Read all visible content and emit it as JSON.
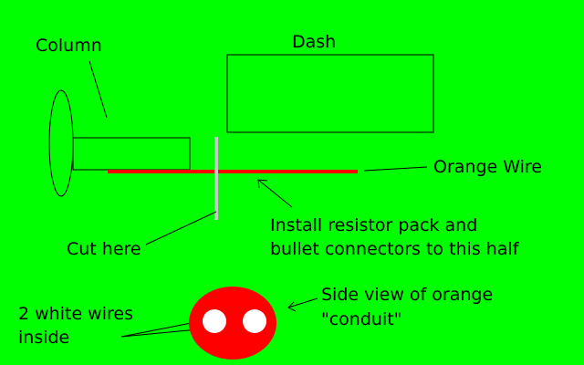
{
  "labels": {
    "column": "Column",
    "dash": "Dash",
    "orange_wire": "Orange Wire",
    "install_line1": "Install resistor pack and",
    "install_line2": "bullet connectors to this half",
    "cut_here": "Cut here",
    "white_wires_line1": "2 white wires",
    "white_wires_line2": "inside",
    "side_view_line1": "Side view of orange",
    "side_view_line2": "\"conduit\""
  },
  "colors": {
    "background": "#00ff00",
    "wire": "#ff0000",
    "conduit": "#ff0000",
    "cut_line": "#c8c8c8",
    "wire_ends": "#ffffff",
    "outline": "#000000"
  }
}
